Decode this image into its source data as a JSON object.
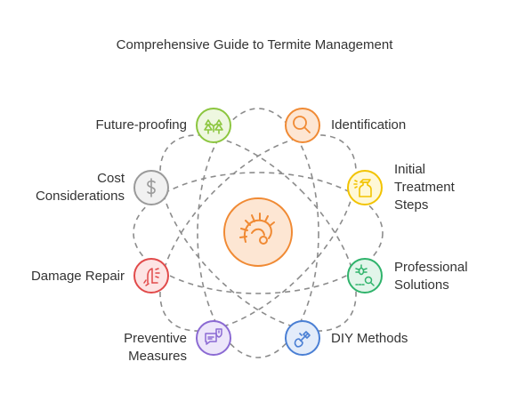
{
  "title": "Comprehensive Guide to Termite Management",
  "center": {
    "name": "termite-icon",
    "color": "#f08a34",
    "fill": "#fde6d3"
  },
  "nodes": [
    {
      "id": "future-proofing",
      "lines": [
        "Future-proofing"
      ],
      "icon": "trees-icon",
      "color": "#8cc63f",
      "fill": "#eef7e0"
    },
    {
      "id": "identification",
      "lines": [
        "Identification"
      ],
      "icon": "magnifier-icon",
      "color": "#f08a34",
      "fill": "#fde6d3"
    },
    {
      "id": "initial-treatment-steps",
      "lines": [
        "Initial",
        "Treatment",
        "Steps"
      ],
      "icon": "spray-bottle-icon",
      "color": "#f2c300",
      "fill": "#fff8d6"
    },
    {
      "id": "professional-solutions",
      "lines": [
        "Professional",
        "Solutions"
      ],
      "icon": "bug-inspect-icon",
      "color": "#2fb36b",
      "fill": "#e2f5ea"
    },
    {
      "id": "diy-methods",
      "lines": [
        "DIY Methods"
      ],
      "icon": "tools-icon",
      "color": "#4a7fd4",
      "fill": "#e3ecfa"
    },
    {
      "id": "preventive-measures",
      "lines": [
        "Preventive",
        "Measures"
      ],
      "icon": "shield-chat-icon",
      "color": "#8b6ad3",
      "fill": "#ede6fa"
    },
    {
      "id": "damage-repair",
      "lines": [
        "Damage Repair"
      ],
      "icon": "damage-icon",
      "color": "#e14a4a",
      "fill": "#fde4e4"
    },
    {
      "id": "cost-considerations",
      "lines": [
        "Cost",
        "Considerations"
      ],
      "icon": "dollar-icon",
      "color": "#9a9a9a",
      "fill": "#f1f1f1"
    }
  ]
}
